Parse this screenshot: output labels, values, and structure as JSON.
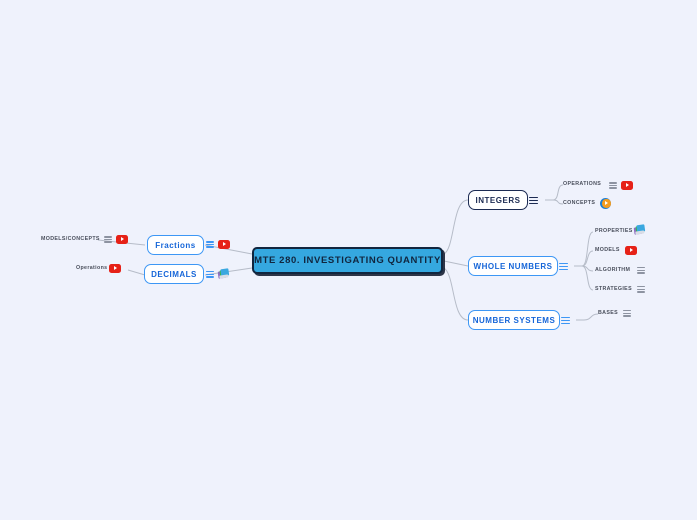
{
  "canvas": {
    "background": "#eff2fc",
    "connector_color": "#b6bcc8"
  },
  "mindmap": {
    "root": {
      "label": "MTE 280. INVESTIGATING QUANTITY",
      "fill": "#35a8e0",
      "border": "#11263f"
    },
    "right_branches": [
      {
        "label": "INTEGERS",
        "accent": "#1b2a52",
        "node_icon": "list-icon",
        "children": [
          {
            "label": "OPERATIONS",
            "icons": [
              "list-icon",
              "youtube-icon"
            ]
          },
          {
            "label": "CONCEPTS",
            "icons": [
              "media-play-icon"
            ]
          }
        ]
      },
      {
        "label": "WHOLE NUMBERS",
        "accent": "#1565d8",
        "node_icon": "list-icon",
        "children": [
          {
            "label": "PROPERTIES",
            "icons": [
              "picture-icon"
            ]
          },
          {
            "label": "MODELS",
            "icons": [
              "youtube-icon"
            ]
          },
          {
            "label": "ALGORITHM",
            "icons": [
              "list-icon"
            ]
          },
          {
            "label": "STRATEGIES",
            "icons": [
              "list-icon"
            ]
          }
        ]
      },
      {
        "label": "NUMBER SYSTEMS",
        "accent": "#1565d8",
        "node_icon": "list-icon",
        "children": [
          {
            "label": "BASES",
            "icons": [
              "list-icon"
            ]
          }
        ]
      }
    ],
    "left_branches": [
      {
        "label": "Fractions",
        "accent": "#1565d8",
        "node_icons": [
          "list-icon",
          "youtube-icon"
        ],
        "children": [
          {
            "label": "MODELS/CONCEPTS",
            "icons": [
              "list-icon",
              "youtube-icon"
            ]
          }
        ]
      },
      {
        "label": "DECIMALS",
        "accent": "#1565d8",
        "node_icons": [
          "list-icon",
          "picture-icon"
        ],
        "children": [
          {
            "label": "Operations",
            "icons": [
              "youtube-icon"
            ]
          }
        ]
      }
    ]
  }
}
